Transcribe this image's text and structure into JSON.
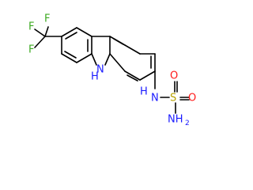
{
  "molecule": {
    "atoms": {
      "F1": {
        "label": "F",
        "color": "#3daa22"
      },
      "F2": {
        "label": "F",
        "color": "#3daa22"
      },
      "F3": {
        "label": "F",
        "color": "#3daa22"
      },
      "NH": {
        "label": "N",
        "color": "#1a1aff"
      },
      "H": {
        "label": "H",
        "color": "#1a1aff"
      },
      "HN": {
        "label": "H",
        "color": "#1a1aff"
      },
      "N2": {
        "label": "N",
        "color": "#1a1aff"
      },
      "S": {
        "label": "S",
        "color": "#b8a200"
      },
      "O1": {
        "label": "O",
        "color": "#ff1a1a"
      },
      "O2": {
        "label": "O",
        "color": "#ff1a1a"
      },
      "NH2": {
        "label": "NH",
        "color": "#1a1aff"
      },
      "sub2": {
        "label": "2",
        "color": "#1a1aff"
      }
    }
  }
}
